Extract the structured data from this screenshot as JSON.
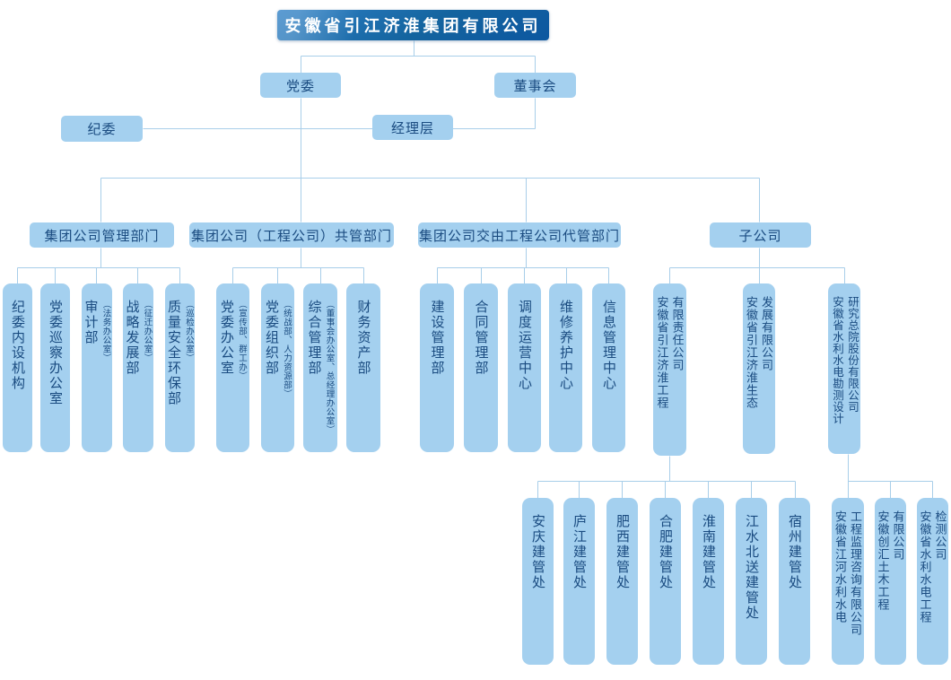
{
  "root": {
    "label": "安徽省引江济淮集团有限公司"
  },
  "level2": {
    "party_committee": "党委",
    "board": "董事会"
  },
  "level3": {
    "discipline": "纪委",
    "management": "经理层"
  },
  "groups": [
    {
      "header": "集团公司管理部门",
      "children": [
        {
          "name": "纪委内设机构"
        },
        {
          "name": "党委巡察办公室"
        },
        {
          "name": "审计部",
          "note": "（法务办公室）"
        },
        {
          "name": "战略发展部",
          "note": "（征迁办公室）"
        },
        {
          "name": "质量安全环保部",
          "note": "（巡检办公室）"
        }
      ]
    },
    {
      "header": "集团公司（工程公司）共管部门",
      "children": [
        {
          "name": "党委办公室",
          "note": "（宣传部、群工办）"
        },
        {
          "name": "党委组织部",
          "note": "（统战部、人力资源部）"
        },
        {
          "name": "综合管理部",
          "note": "（董事会办公室、总经理办公室）"
        },
        {
          "name": "财务资产部"
        }
      ]
    },
    {
      "header": "集团公司交由工程公司代管部门",
      "children": [
        {
          "name": "建设管理部"
        },
        {
          "name": "合同管理部"
        },
        {
          "name": "调度运营中心"
        },
        {
          "name": "维修养护中心"
        },
        {
          "name": "信息管理中心"
        }
      ]
    },
    {
      "header": "子公司",
      "children": [
        {
          "name": "安徽省引江济淮工程\n有限责任公司"
        },
        {
          "name": "安徽省引江济淮生态\n发展有限公司"
        },
        {
          "name": "安徽省水利水电勘测设计\n研究总院股份有限公司"
        }
      ]
    }
  ],
  "sub1_children": [
    {
      "name": "安庆建管处"
    },
    {
      "name": "庐江建管处"
    },
    {
      "name": "肥西建管处"
    },
    {
      "name": "合肥建管处"
    },
    {
      "name": "淮南建管处"
    },
    {
      "name": "江水北送建管处"
    },
    {
      "name": "宿州建管处"
    }
  ],
  "sub3_children": [
    {
      "name": "安徽省江河水利水电\n工程监理咨询有限公司"
    },
    {
      "name": "安徽创汇土木工程\n有限公司"
    },
    {
      "name": "安徽省水利水电工程\n检测公司"
    }
  ],
  "colors": {
    "node_fill": "#a4d0ef",
    "line": "#a8cee9",
    "text": "#1a4b80",
    "root_gradient_top": "#2e80c6",
    "root_gradient_bottom": "#0c57a0",
    "root_text": "#ffffff"
  }
}
